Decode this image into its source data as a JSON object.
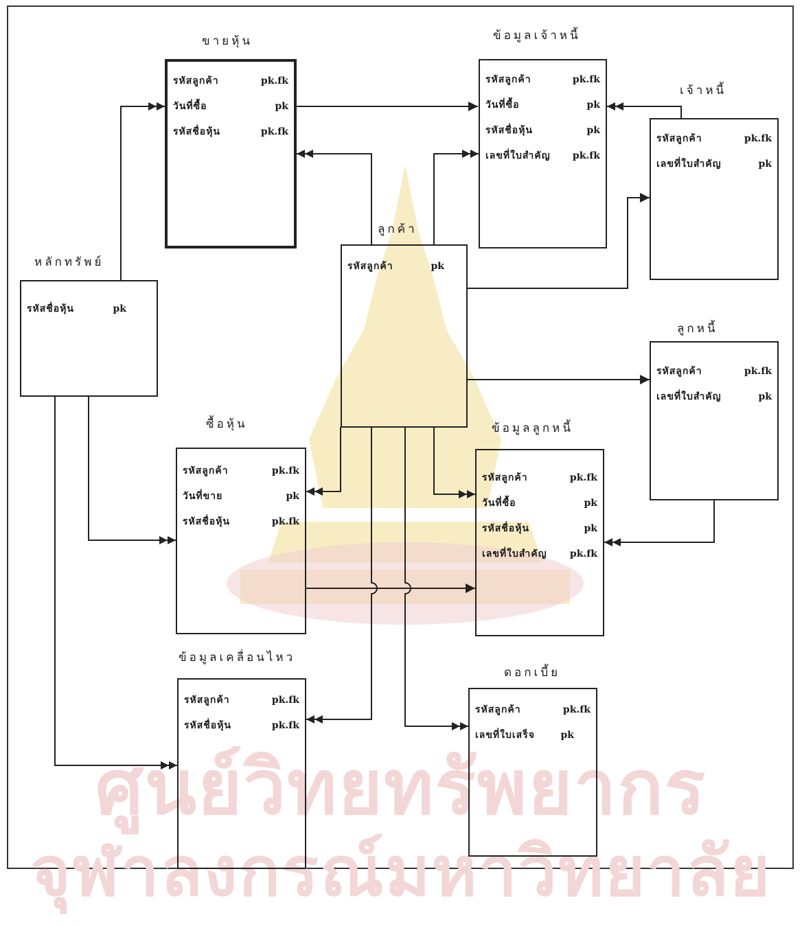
{
  "diagram": {
    "entities": [
      {
        "id": "khai_hun",
        "title": "ขายหุ้น",
        "fields": [
          {
            "name": "รหัสลูกค้า",
            "key": "pk.fk"
          },
          {
            "name": "วันที่ซื้อ",
            "key": "pk"
          },
          {
            "name": "รหัสชื่อหุ้น",
            "key": "pk.fk"
          }
        ]
      },
      {
        "id": "kho_mun_chao_ni",
        "title": "ข้อมูลเจ้าหนี้",
        "fields": [
          {
            "name": "รหัสลูกค้า",
            "key": "pk.fk"
          },
          {
            "name": "วันที่ซื้อ",
            "key": "pk"
          },
          {
            "name": "รหัสชื่อหุ้น",
            "key": "pk"
          },
          {
            "name": "เลขที่ใบสำคัญ",
            "key": "pk.fk"
          }
        ]
      },
      {
        "id": "chao_ni",
        "title": "เจ้าหนี้",
        "fields": [
          {
            "name": "รหัสลูกค้า",
            "key": "pk.fk"
          },
          {
            "name": "เลขที่ใบสำคัญ",
            "key": "pk"
          }
        ]
      },
      {
        "id": "lak_sap",
        "title": "หลักทรัพย์",
        "fields": [
          {
            "name": "รหัสชื่อหุ้น",
            "key": "pk"
          }
        ]
      },
      {
        "id": "luk_kha",
        "title": "ลูกค้า",
        "fields": [
          {
            "name": "รหัสลูกค้า",
            "key": "pk"
          }
        ]
      },
      {
        "id": "luk_ni",
        "title": "ลูกหนี้",
        "fields": [
          {
            "name": "รหัสลูกค้า",
            "key": "pk.fk"
          },
          {
            "name": "เลขที่ใบสำคัญ",
            "key": "pk"
          }
        ]
      },
      {
        "id": "sue_hun",
        "title": "ซื้อหุ้น",
        "fields": [
          {
            "name": "รหัสลูกค้า",
            "key": "pk.fk"
          },
          {
            "name": "วันที่ขาย",
            "key": "pk"
          },
          {
            "name": "รหัสชื่อหุ้น",
            "key": "pk.fk"
          }
        ]
      },
      {
        "id": "kho_mun_luk_ni",
        "title": "ข้อมูลลูกหนี้",
        "fields": [
          {
            "name": "รหัสลูกค้า",
            "key": "pk.fk"
          },
          {
            "name": "วันที่ซื้อ",
            "key": "pk"
          },
          {
            "name": "รหัสชื่อหุ้น",
            "key": "pk"
          },
          {
            "name": "เลขที่ใบสำคัญ",
            "key": "pk.fk"
          }
        ]
      },
      {
        "id": "kho_mun_khluean_wai",
        "title": "ข้อมูลเคลื่อนไหว",
        "fields": [
          {
            "name": "รหัสลูกค้า",
            "key": "pk.fk"
          },
          {
            "name": "รหัสชื่อหุ้น",
            "key": "pk.fk"
          }
        ]
      },
      {
        "id": "dok_bia",
        "title": "ดอกเบี้ย",
        "fields": [
          {
            "name": "รหัสลูกค้า",
            "key": "pk.fk"
          },
          {
            "name": "เลขที่ใบเสร็จ",
            "key": "pk"
          }
        ]
      }
    ]
  },
  "watermark": {
    "line1": "ศูนย์วิทยทรัพยากร",
    "line2": "จุฬาลงกรณ์มหาวิทยาลัย"
  },
  "colors": {
    "line": "#222222",
    "watermark": "#f3d6d6",
    "watermark_logo": "#f6e6b0"
  }
}
